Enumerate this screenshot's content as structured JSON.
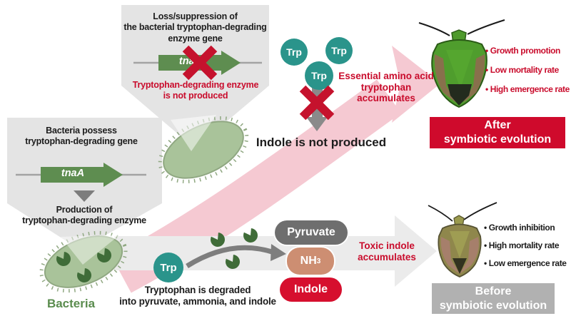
{
  "top_box": {
    "title": "Loss/suppression of\nthe bacterial tryptophan-degrading\nenzyme gene",
    "gene_label": "tnaA",
    "result": "Tryptophan-degrading enzyme\nis not produced"
  },
  "left_box": {
    "title": "Bacteria possess\ntryptophan-degrading gene",
    "gene_label": "tnaA",
    "result": "Production of\ntryptophan-degrading enzyme"
  },
  "bacteria_label": "Bacteria",
  "trp_label": "Trp",
  "middle": {
    "indole_not_produced": "Indole is not produced",
    "essential_accumulates": "Essential amino acid\ntryptophan\naccumulates"
  },
  "bottom": {
    "degradation_caption": "Tryptophan is degraded\ninto pyruvate, ammonia, and indole",
    "toxic_accumulates": "Toxic indole\naccumulates",
    "products": {
      "pyruvate": "Pyruvate",
      "ammonia_base": "NH",
      "ammonia_sub": "3",
      "indole": "Indole"
    }
  },
  "after": {
    "bullets": [
      "• Growth promotion",
      "• Low mortality rate",
      "• High emergence rate"
    ],
    "box_label": "After\nsymbiotic evolution"
  },
  "before": {
    "bullets": [
      "• Growth inhibition",
      "• High mortality rate",
      "• Low emergence rate"
    ],
    "box_label": "Before\nsymbiotic evolution"
  },
  "colors": {
    "accent_red": "#c90c2c",
    "teal_trp": "#2a948b",
    "gene_green": "#5e8d50",
    "bacteria_green": "#a9c39a",
    "pink_arrow": "#f5c9d2",
    "gray_box": "#e4e4e4",
    "pyruvate_gray": "#6e6e6e",
    "ammonia_salmon": "#cd8e72",
    "indole_red": "#d60f2e",
    "after_box_red": "#cf0a2c",
    "before_box_gray": "#b1b1b1"
  }
}
